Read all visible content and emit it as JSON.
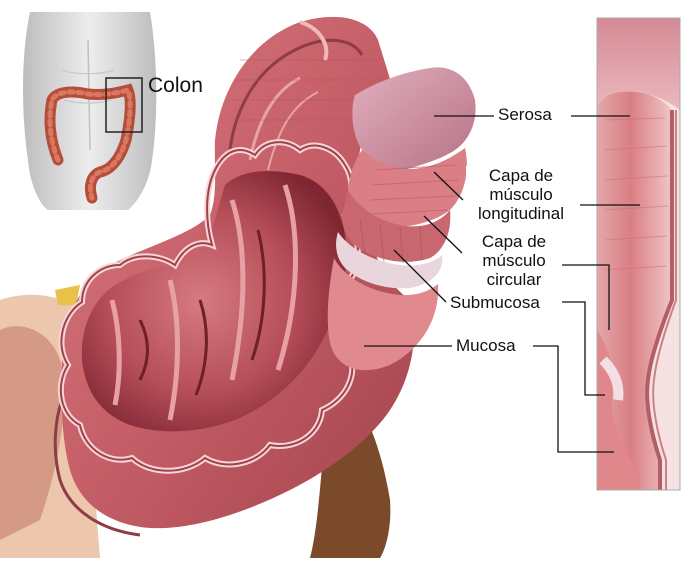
{
  "inset": {
    "label": "Colon"
  },
  "labels": {
    "serosa": "Serosa",
    "longitudinal": [
      "Capa de",
      "músculo",
      "longitudinal"
    ],
    "circular": [
      "Capa de",
      "músculo",
      "circular"
    ],
    "submucosa": "Submucosa",
    "mucosa": "Mucosa"
  },
  "colors": {
    "tissue_dark": "#a8454e",
    "tissue_mid": "#c9606a",
    "tissue_light": "#e49a9f",
    "lumen_deep": "#8e2f3a",
    "serosa_pink": "#c98fa0",
    "submucosa_pale": "#e8d6dc",
    "fat_yellow": "#e8c248",
    "background_tissue": "#f1d9cc",
    "torso_gray": "#d9d9d9",
    "leader_line": "#111111"
  }
}
